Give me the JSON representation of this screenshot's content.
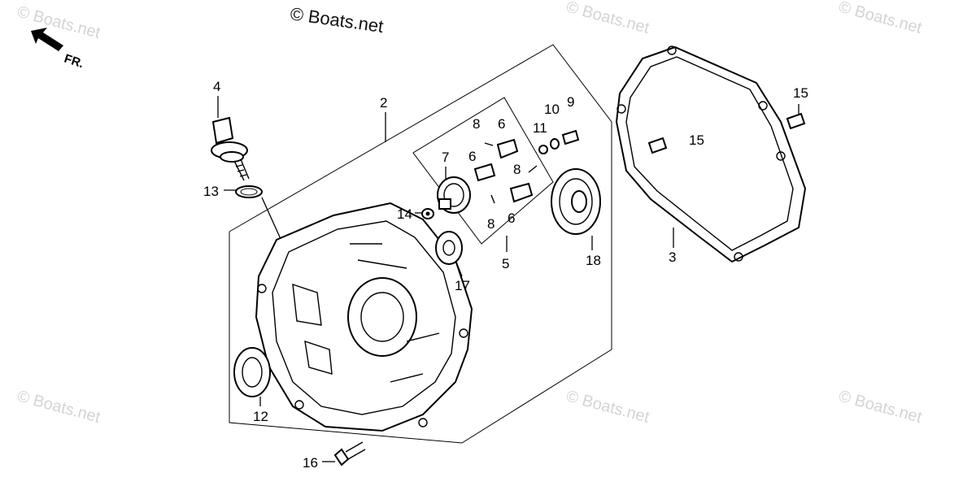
{
  "watermark": {
    "main": "© Boats.net",
    "tile": "© Boats.net"
  },
  "direction": {
    "label": "FR."
  },
  "callouts": [
    {
      "id": "c1",
      "number": "2"
    },
    {
      "id": "c2",
      "number": "3"
    },
    {
      "id": "c3",
      "number": "4"
    },
    {
      "id": "c4",
      "number": "5"
    },
    {
      "id": "c5",
      "number": "6"
    },
    {
      "id": "c6",
      "number": "6"
    },
    {
      "id": "c7",
      "number": "6"
    },
    {
      "id": "c8",
      "number": "7"
    },
    {
      "id": "c9",
      "number": "8"
    },
    {
      "id": "c10",
      "number": "8"
    },
    {
      "id": "c11",
      "number": "8"
    },
    {
      "id": "c12",
      "number": "9"
    },
    {
      "id": "c13",
      "number": "10"
    },
    {
      "id": "c14",
      "number": "11"
    },
    {
      "id": "c15",
      "number": "12"
    },
    {
      "id": "c16",
      "number": "13"
    },
    {
      "id": "c17",
      "number": "14"
    },
    {
      "id": "c18",
      "number": "15"
    },
    {
      "id": "c19",
      "number": "15"
    },
    {
      "id": "c20",
      "number": "16"
    },
    {
      "id": "c21",
      "number": "17"
    },
    {
      "id": "c22",
      "number": "18"
    }
  ]
}
